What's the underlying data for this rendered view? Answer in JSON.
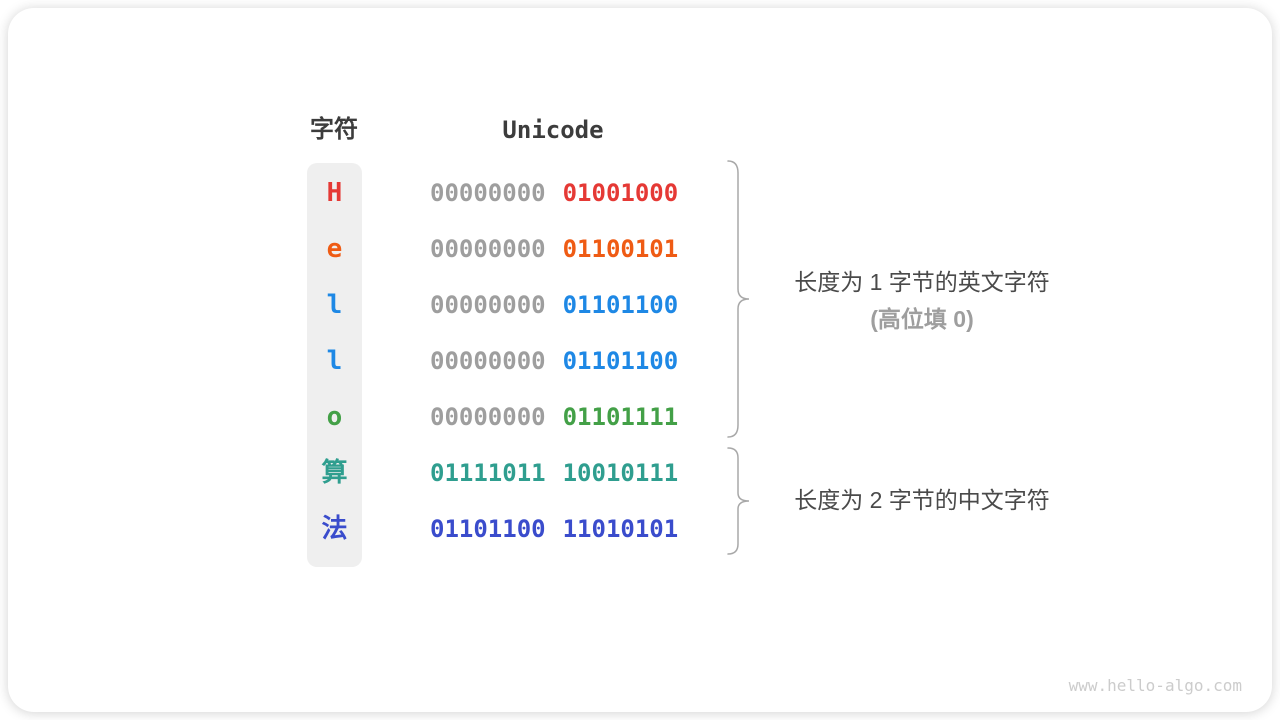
{
  "header": {
    "char_col": "字符",
    "unicode_col": "Unicode"
  },
  "rows": [
    {
      "char": "H",
      "byte1": "00000000",
      "byte2": "01001000",
      "char_color": "#e53935",
      "byte1_color": "#9e9e9e",
      "byte2_color": "#e53935"
    },
    {
      "char": "e",
      "byte1": "00000000",
      "byte2": "01100101",
      "char_color": "#ef5b14",
      "byte1_color": "#9e9e9e",
      "byte2_color": "#ef5b14"
    },
    {
      "char": "l",
      "byte1": "00000000",
      "byte2": "01101100",
      "char_color": "#1e88e5",
      "byte1_color": "#9e9e9e",
      "byte2_color": "#1e88e5"
    },
    {
      "char": "l",
      "byte1": "00000000",
      "byte2": "01101100",
      "char_color": "#1e88e5",
      "byte1_color": "#9e9e9e",
      "byte2_color": "#1e88e5"
    },
    {
      "char": "o",
      "byte1": "00000000",
      "byte2": "01101111",
      "char_color": "#43a047",
      "byte1_color": "#9e9e9e",
      "byte2_color": "#43a047"
    },
    {
      "char": "算",
      "byte1": "01111011",
      "byte2": "10010111",
      "char_color": "#2f9e8f",
      "byte1_color": "#2f9e8f",
      "byte2_color": "#2f9e8f"
    },
    {
      "char": "法",
      "byte1": "01101100",
      "byte2": "11010101",
      "char_color": "#3a4ccc",
      "byte1_color": "#3a4ccc",
      "byte2_color": "#3a4ccc"
    }
  ],
  "annotations": {
    "english_group": {
      "line1": "长度为 1 字节的英文字符",
      "line2": "(高位填 0)"
    },
    "chinese_group": {
      "line1": "长度为 2 字节的中文字符"
    }
  },
  "watermark": "www.hello-algo.com",
  "colors": {
    "byte_muted": "#9e9e9e",
    "annotation_primary": "#4a4a4a",
    "annotation_secondary": "#9e9e9e",
    "brace_stroke": "#a8a8a8",
    "strip_bg": "#efefef",
    "header_text": "#3c3c3c",
    "card_bg": "#ffffff"
  }
}
